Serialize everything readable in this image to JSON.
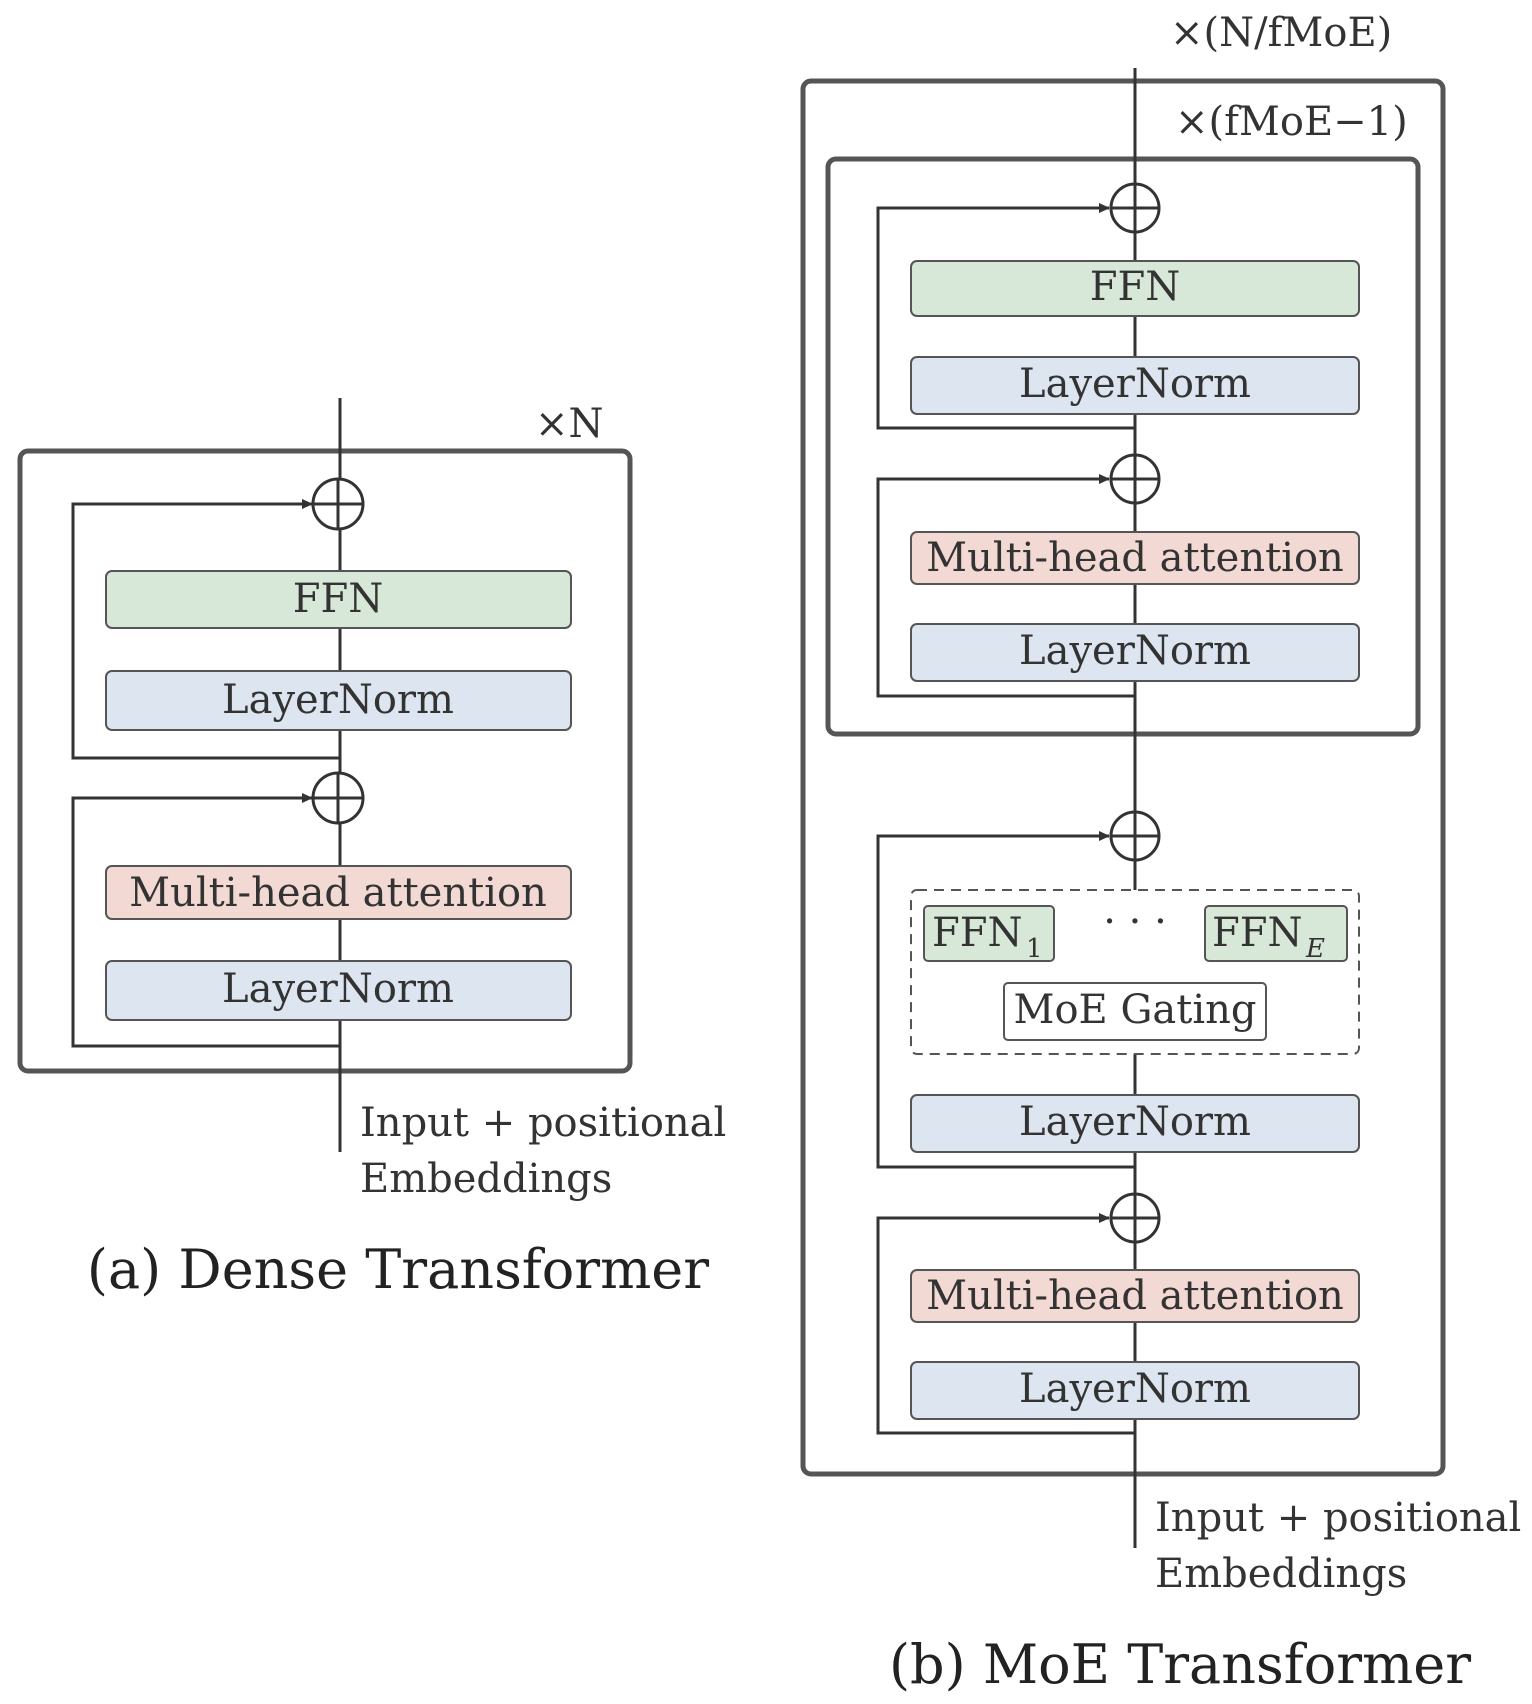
{
  "dense": {
    "repeat_label": "×N",
    "ffn": "FFN",
    "layernorm_top": "LayerNorm",
    "attention": "Multi-head attention",
    "layernorm_bottom": "LayerNorm",
    "input_line1": "Input + positional",
    "input_line2": "Embeddings",
    "caption": "(a) Dense Transformer"
  },
  "moe": {
    "outer_repeat_label": "×(N/fMoE)",
    "inner_repeat_label": "×(fMoE−1)",
    "inner": {
      "ffn": "FFN",
      "layernorm_top": "LayerNorm",
      "attention": "Multi-head attention",
      "layernorm_bottom": "LayerNorm"
    },
    "moe_block": {
      "ffn_first": "FFN",
      "ffn_first_sub": "1",
      "ellipsis": "· · ·",
      "ffn_last": "FFN",
      "ffn_last_sub": "E",
      "gating": "MoE Gating",
      "layernorm_top": "LayerNorm",
      "attention": "Multi-head attention",
      "layernorm_bottom": "LayerNorm"
    },
    "input_line1": "Input + positional",
    "input_line2": "Embeddings",
    "caption": "(b) MoE Transformer"
  },
  "colors": {
    "ffn": "#d8e8d8",
    "layernorm": "#dde6f0",
    "attention": "#f3d9d3",
    "stroke": "#555555",
    "line": "#333333"
  }
}
